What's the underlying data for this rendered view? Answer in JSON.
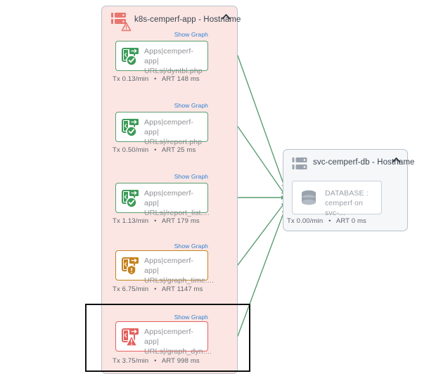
{
  "app_group": {
    "title": "k8s-cemperf-app - Hostname",
    "icon": "server-warning-icon",
    "collapse_icon": "chevron-up-icon",
    "accent_color": "#e8766f",
    "background_color": "#fbe6e3",
    "nodes": [
      {
        "show_graph_label": "Show Graph",
        "icon": "web-url-healthy-icon",
        "label": "Apps|cemperf-app|\nURLs|/dyntbl.php",
        "state": "ok",
        "border_color": "#5a9e6f",
        "metrics": {
          "tx": "Tx 0.13/min",
          "separator": "•",
          "art": "ART 148 ms"
        }
      },
      {
        "show_graph_label": "Show Graph",
        "icon": "web-url-healthy-icon",
        "label": "Apps|cemperf-app|\nURLs|/report.php",
        "state": "ok",
        "border_color": "#5a9e6f",
        "metrics": {
          "tx": "Tx 0.50/min",
          "separator": "•",
          "art": "ART 25 ms"
        }
      },
      {
        "show_graph_label": "Show Graph",
        "icon": "web-url-healthy-icon",
        "label": "Apps|cemperf-app|\nURLs|/report_list....",
        "state": "ok",
        "border_color": "#5a9e6f",
        "metrics": {
          "tx": "Tx 1.13/min",
          "separator": "•",
          "art": "ART 179 ms"
        }
      },
      {
        "show_graph_label": "Show Graph",
        "icon": "web-url-warning-icon",
        "label": "Apps|cemperf-app|\nURLs|/graph_time....",
        "state": "warn",
        "border_color": "#c4821f",
        "metrics": {
          "tx": "Tx 6.75/min",
          "separator": "•",
          "art": "ART 1147 ms"
        }
      },
      {
        "show_graph_label": "Show Graph",
        "icon": "web-url-error-icon",
        "label": "Apps|cemperf-app|\nURLs|/graph_dyn....",
        "state": "error",
        "border_color": "#e4615f",
        "metrics": {
          "tx": "Tx 3.75/min",
          "separator": "•",
          "art": "ART 998 ms"
        }
      }
    ]
  },
  "db_group": {
    "title": "svc-cemperf-db - Hostname",
    "icon": "server-icon",
    "collapse_icon": "chevron-up-icon",
    "background_color": "#f5f7f9",
    "node": {
      "icon": "database-icon",
      "label": "DATABASE :\ncemperf on svc-...",
      "border_color": "#c9d0d8"
    },
    "metrics": {
      "tx": "Tx 0.00/min",
      "separator": "•",
      "art": "ART 0 ms"
    }
  },
  "edges": {
    "color": "#5a9e6f",
    "count": 5
  },
  "highlight": {
    "color": "#111111",
    "target": "graph_dyn-node-row"
  }
}
